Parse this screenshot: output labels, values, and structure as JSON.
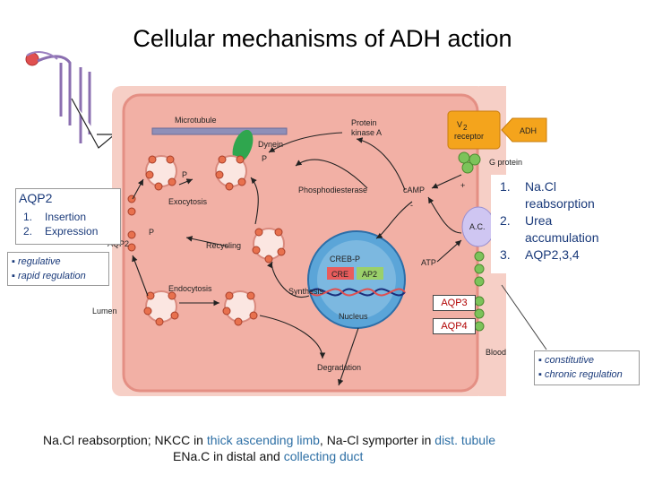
{
  "title": "Cellular mechanisms of ADH action",
  "diagram": {
    "microtubule": "Microtubule",
    "dynein": "Dynein",
    "protein_kinase_a": [
      "Protein",
      "kinase A"
    ],
    "v2_receptor": [
      "V",
      "2",
      "receptor"
    ],
    "adh": "ADH",
    "g_protein": "G protein",
    "p_label": "P",
    "exocytosis": "Exocytosis",
    "phosphodiesterase": "Phosphodiesterase",
    "camp": "cAMP",
    "plus_sign": "+",
    "minus_sign": "-",
    "ac": "A.C.",
    "recycling": "Recycling",
    "aqp2_small": "AQP2",
    "creb_p": "CREB-P",
    "cre": "CRE",
    "ap2": "AP2",
    "atp": "ATP",
    "synthesis": "Synthesis",
    "nucleus": "Nucleus",
    "endocytosis": "Endocytosis",
    "lumen": "Lumen",
    "degradation": "Degradation",
    "blood": "Blood"
  },
  "aqp2_box": {
    "title": "AQP2",
    "items": [
      {
        "num": "1.",
        "text": "Insertion"
      },
      {
        "num": "2.",
        "text": "Expression"
      }
    ]
  },
  "regulation_box": {
    "items": [
      "▪ regulative",
      "▪ rapid regulation"
    ]
  },
  "right_list": {
    "items": [
      {
        "num": "1.",
        "text": "Na.Cl reabsorption"
      },
      {
        "num": "2.",
        "text": "Urea accumulation"
      },
      {
        "num": "3.",
        "text": "AQP2,3,4"
      }
    ]
  },
  "aqp3": "AQP3",
  "aqp4": "AQP4",
  "constitutive_box": {
    "items": [
      "▪ constitutive",
      "▪ chronic regulation"
    ]
  },
  "bottom": {
    "line1": {
      "a": "Na.Cl reabsorption",
      "b": "; NKCC in ",
      "c": "thick ascending limb",
      "d": ", Na-Cl symporter in ",
      "e": "dist. tubule"
    },
    "line2": {
      "a": "ENa.C in distal and ",
      "b": "collecting duct"
    }
  },
  "colors": {
    "cell": "#f2b0a5",
    "cell_border": "#e48f84",
    "lumen_bg": "#f6cfc6",
    "nucleus": "#5ba5d8",
    "receptor": "#f4a41c",
    "g_protein": "#7cc35a",
    "dynein": "#2fa64e",
    "ac": "#cfc6f2",
    "channel_text": "#b00000",
    "text_blue": "#1a3a7a",
    "teal_text": "#2d6fa5"
  }
}
